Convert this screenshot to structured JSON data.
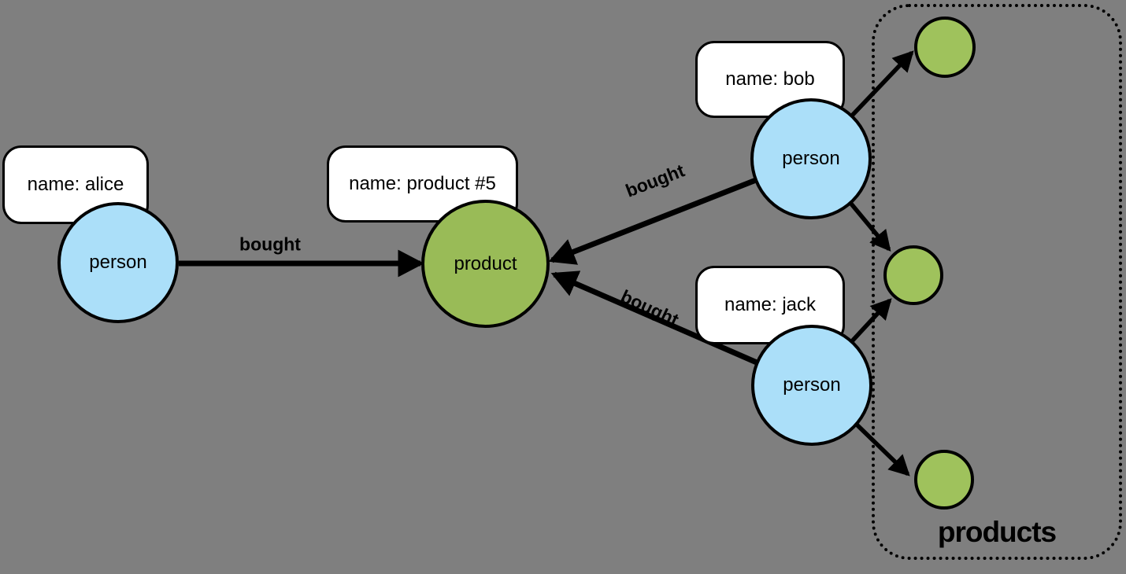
{
  "colors": {
    "background": "#7F7F7F",
    "person_fill": "#ABDFF9",
    "product_fill": "#99BB57",
    "mini_product_fill": "#9FC25C",
    "outline": "#000000",
    "property_box_fill": "#FFFFFF"
  },
  "nodes": {
    "alice": {
      "label": "person",
      "property": "name: alice"
    },
    "bob": {
      "label": "person",
      "property": "name: bob"
    },
    "jack": {
      "label": "person",
      "property": "name: jack"
    },
    "product5": {
      "label": "product",
      "property": "name: product #5"
    }
  },
  "edges": {
    "alice_bought": {
      "label": "bought"
    },
    "bob_bought": {
      "label": "bought"
    },
    "jack_bought": {
      "label": "bought"
    }
  },
  "cluster": {
    "label": "products",
    "mini_node_count": 3
  }
}
